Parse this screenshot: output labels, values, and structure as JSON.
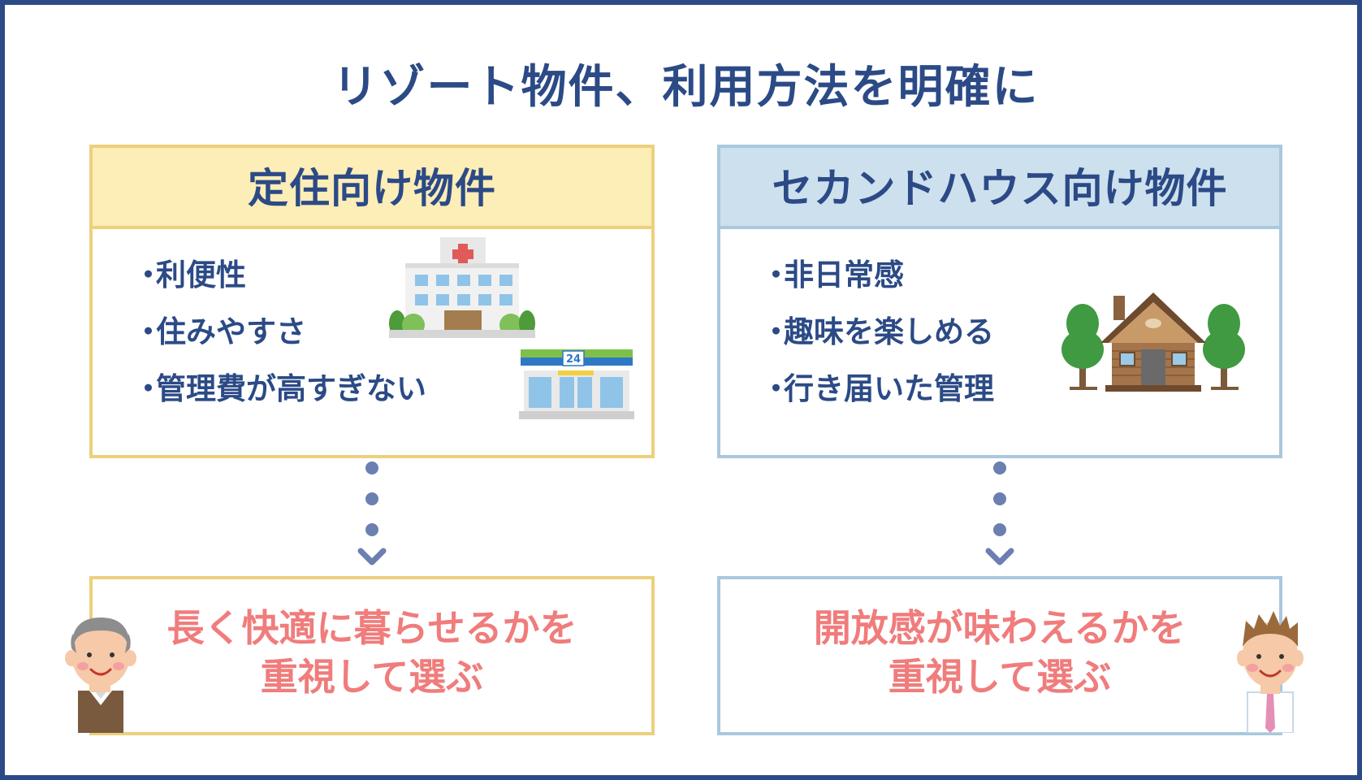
{
  "title": "リゾート物件、利用方法を明確に",
  "left": {
    "header": "定住向け物件",
    "items": [
      "利便性",
      "住みやすさ",
      "管理費が高すぎない"
    ],
    "result_line1": "長く快適に暮らせるかを",
    "result_line2": "重視して選ぶ",
    "store_sign": "24"
  },
  "right": {
    "header": "セカンドハウス向け物件",
    "items": [
      "非日常感",
      "趣味を楽しめる",
      "行き届いた管理"
    ],
    "result_line1": "開放感が味わえるかを",
    "result_line2": "重視して選ぶ"
  },
  "bullet": "・",
  "colors": {
    "navy": "#2b4a86",
    "left_accent": "#ecd07c",
    "left_header_bg": "#fdedb7",
    "right_accent": "#a9c8dd",
    "right_header_bg": "#cde0ee",
    "result_text": "#f07c7c",
    "connector": "#6b7fb0"
  }
}
